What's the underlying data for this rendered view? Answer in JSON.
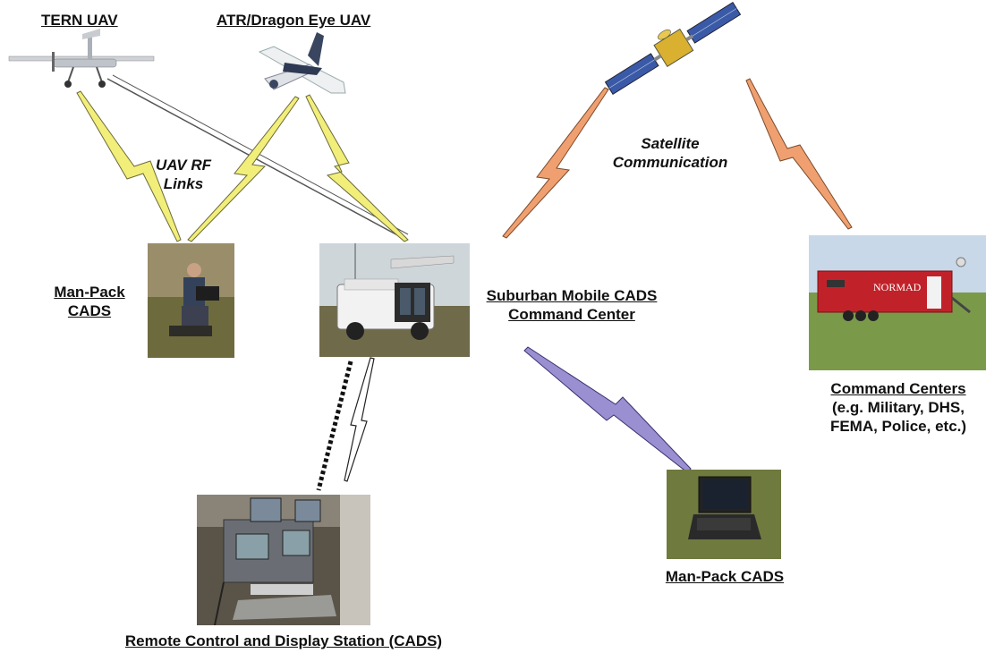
{
  "labels": {
    "tern_uav": "TERN UAV",
    "atr_uav": "ATR/Dragon Eye UAV",
    "uav_rf_links_1": "UAV RF",
    "uav_rf_links_2": "Links",
    "satellite_1": "Satellite",
    "satellite_2": "Communication",
    "manpack_left_1": "Man-Pack",
    "manpack_left_2": "CADS",
    "suburban_1": "Suburban Mobile CADS",
    "suburban_2": "Command Center",
    "command_centers_1": "Command Centers",
    "command_centers_2": "(e.g. Military, DHS,",
    "command_centers_3": "FEMA, Police, etc.)",
    "manpack_right": "Man-Pack CADS",
    "remote_station": "Remote Control and Display Station (CADS)",
    "trailer_logo": "NORMAD"
  },
  "colors": {
    "uav_link": "#f2ee7a",
    "satellite_link": "#f0a070",
    "manpack_link": "#9a8fd0",
    "wired_link": "#111111"
  }
}
